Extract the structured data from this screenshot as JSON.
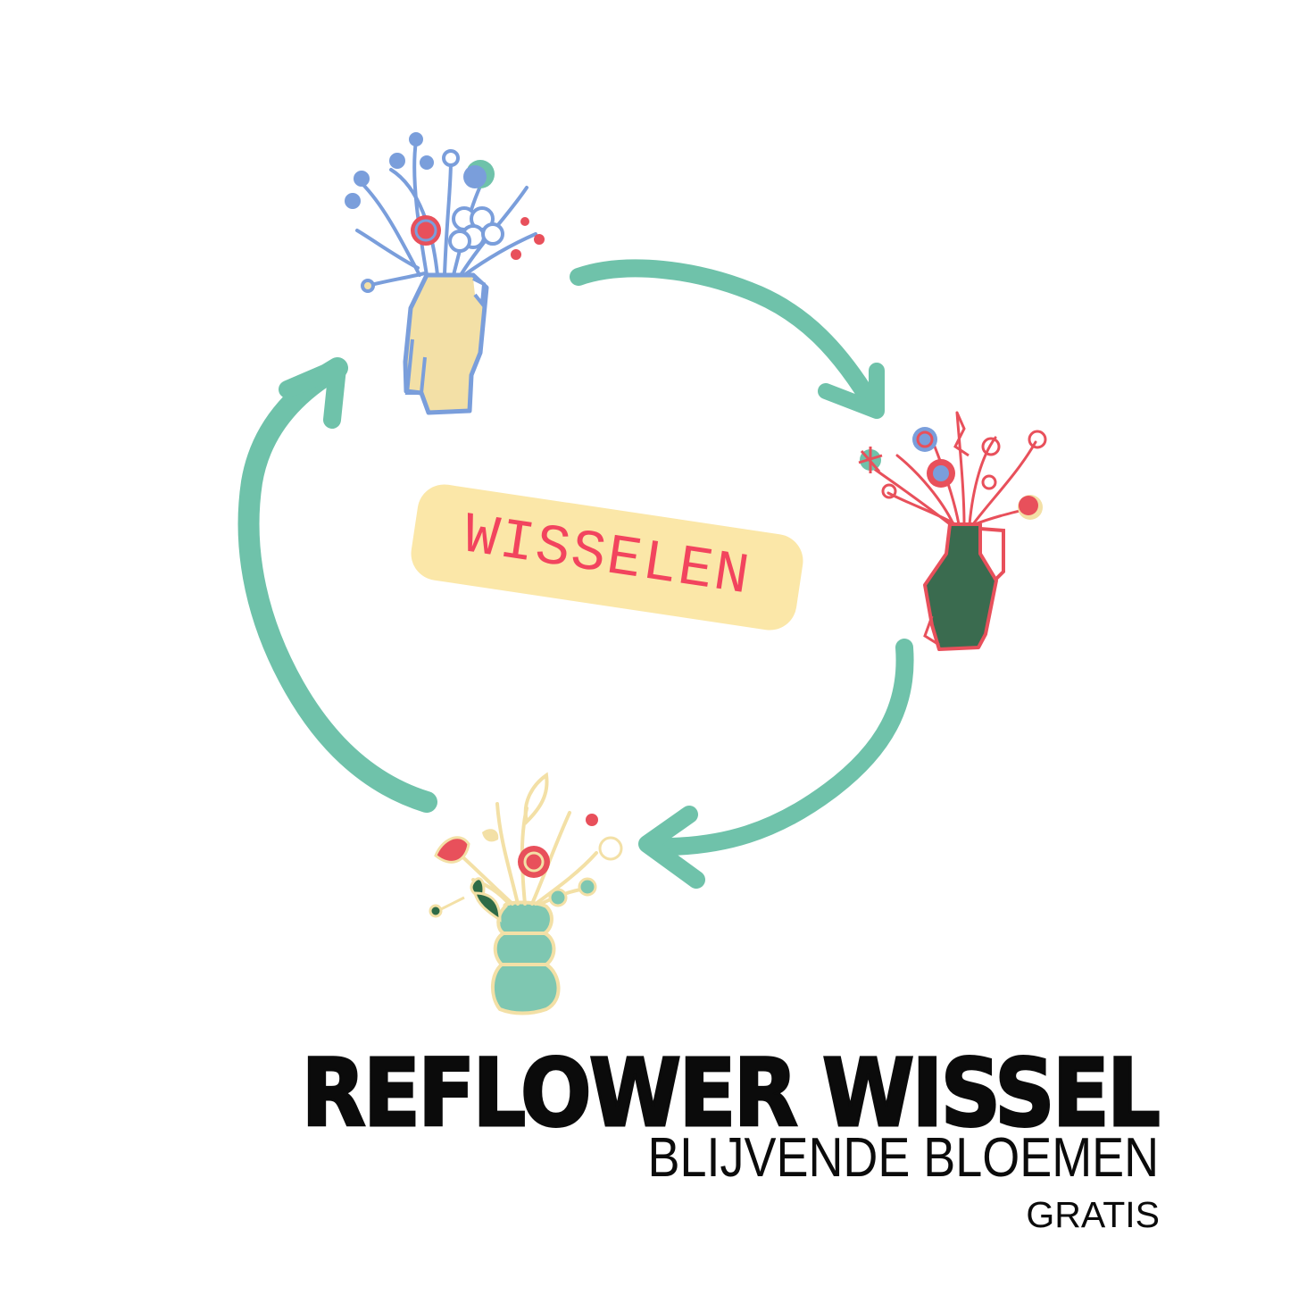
{
  "colors": {
    "background": "#ffffff",
    "arrow": "#6fc2aa",
    "badge_bg": "#fbe7a8",
    "badge_text": "#f2445e",
    "title_text": "#0b0b0b",
    "vase_top_fill": "#f3e0a6",
    "vase_top_line": "#7a9edb",
    "vase_right_fill": "#3a6b4f",
    "vase_right_line": "#e8505b",
    "vase_bottom_fill": "#7ec7b1",
    "vase_bottom_line": "#f3e0a6",
    "flower_red": "#e8505b",
    "flower_green": "#6fc2aa",
    "leaf_dark": "#2e6b47"
  },
  "center_badge": {
    "label": "WISSELEN"
  },
  "cycle": {
    "direction": "clockwise",
    "arrows": [
      {
        "name": "top-to-right"
      },
      {
        "name": "right-to-bottom"
      },
      {
        "name": "bottom-to-top"
      }
    ],
    "vases": [
      {
        "position": "top",
        "style": "blue-line-yellow-jug"
      },
      {
        "position": "right",
        "style": "red-line-green-jug"
      },
      {
        "position": "bottom",
        "style": "cream-line-teal-stacked-vase"
      }
    ]
  },
  "footer": {
    "title": "REFLOWER WISSEL",
    "subtitle": "BLIJVENDE BLOEMEN",
    "tagline": "GRATIS"
  }
}
